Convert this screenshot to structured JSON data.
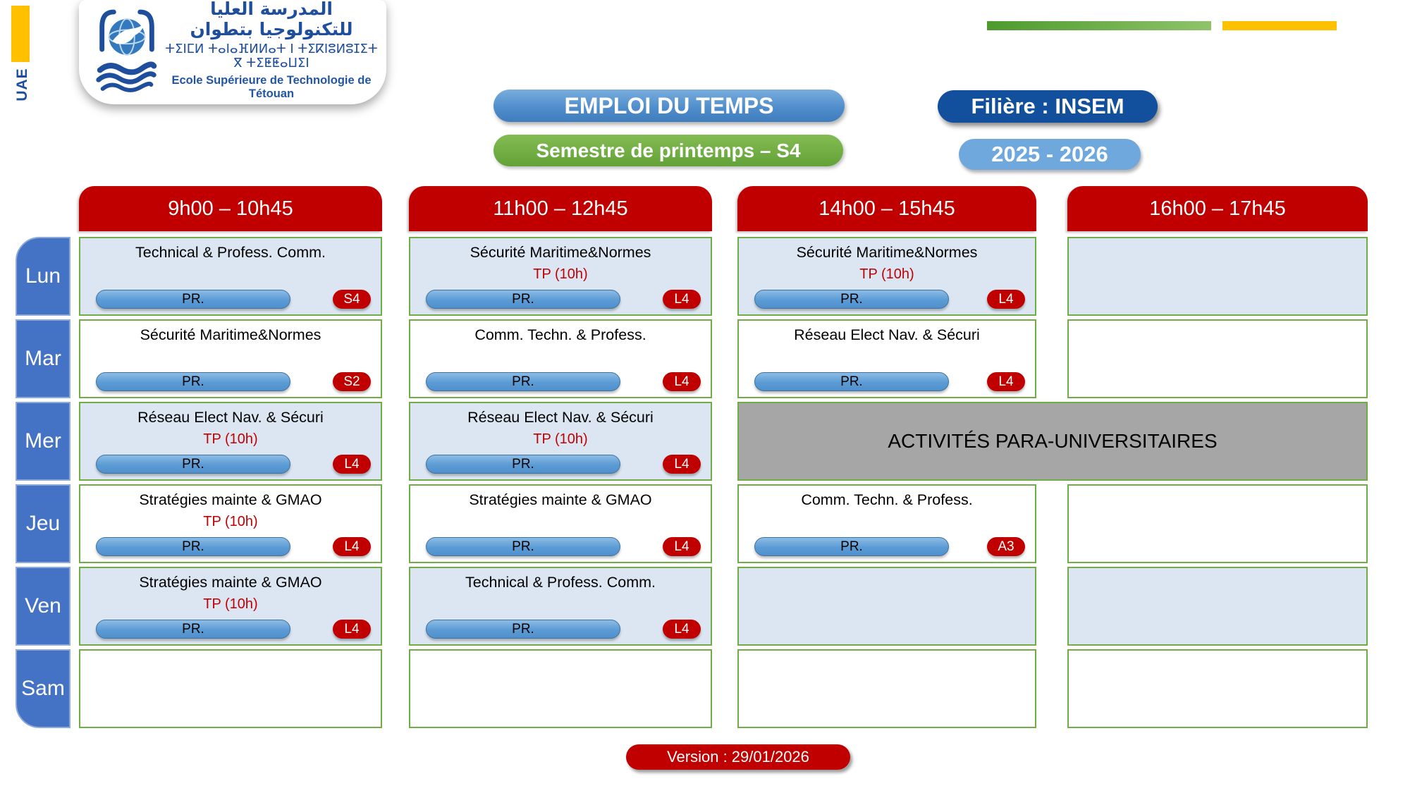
{
  "meta": {
    "uae_label": "UAE"
  },
  "logo": {
    "arabic": "المدرسة العليا للتكنولوجيا بتطوان",
    "tifinagh": "ⵜⵉⵏⵎⵍ ⵜⴰⵏⴰⴼⵍⵍⴰⵜ ⵏ ⵜⵉⴽⵏⵓⵍⵓⵊⵉⵜ ⴳ ⵜⵉⵟⵟⴰⵡⵉⵏ",
    "french": "Ecole Supérieure de Technologie de Tétouan"
  },
  "header": {
    "title": "EMPLOI DU TEMPS",
    "semester": "Semestre de printemps – S4",
    "filiere": "Filière : INSEM",
    "years": "2025 - 2026"
  },
  "timetable": {
    "time_slots": [
      "9h00 – 10h45",
      "11h00 – 12h45",
      "14h00 – 15h45",
      "16h00 – 17h45"
    ],
    "rows": [
      {
        "day": "Lun",
        "tint": true,
        "cells": [
          {
            "title": "Technical & Profess. Comm.",
            "note": "",
            "teacher": "PR.",
            "badge": "S4"
          },
          {
            "title": "Sécurité Maritime&Normes",
            "note": "TP (10h)",
            "teacher": "PR.",
            "badge": "L4"
          },
          {
            "title": "Sécurité Maritime&Normes",
            "note": "TP (10h)",
            "teacher": "PR.",
            "badge": "L4"
          },
          {
            "empty": true
          }
        ]
      },
      {
        "day": "Mar",
        "tint": false,
        "cells": [
          {
            "title": "Sécurité Maritime&Normes",
            "note": "",
            "teacher": "PR.",
            "badge": "S2"
          },
          {
            "title": "Comm. Techn. & Profess.",
            "note": "",
            "teacher": "PR.",
            "badge": "L4"
          },
          {
            "title": "Réseau Elect Nav. & Sécuri",
            "note": "",
            "teacher": "PR.",
            "badge": "L4"
          },
          {
            "empty": true
          }
        ]
      },
      {
        "day": "Mer",
        "tint": true,
        "cells": [
          {
            "title": "Réseau Elect Nav. & Sécuri",
            "note": "TP (10h)",
            "teacher": "PR.",
            "badge": "L4"
          },
          {
            "title": "Réseau Elect Nav. & Sécuri",
            "note": "TP (10h)",
            "teacher": "PR.",
            "badge": "L4"
          },
          {
            "merged": true,
            "title": "ACTIVITÉS PARA-UNIVERSITAIRES"
          }
        ]
      },
      {
        "day": "Jeu",
        "tint": false,
        "cells": [
          {
            "title": "Stratégies mainte & GMAO",
            "note": "TP (10h)",
            "teacher": "PR.",
            "badge": "L4"
          },
          {
            "title": "Stratégies mainte & GMAO",
            "note": "",
            "teacher": "PR.",
            "badge": "L4"
          },
          {
            "title": "Comm. Techn. & Profess.",
            "note": "",
            "teacher": "PR.",
            "badge": "A3"
          },
          {
            "empty": true
          }
        ]
      },
      {
        "day": "Ven",
        "tint": true,
        "cells": [
          {
            "title": "Stratégies mainte & GMAO",
            "note": "TP (10h)",
            "teacher": "PR.",
            "badge": "L4"
          },
          {
            "title": "Technical & Profess. Comm.",
            "note": "",
            "teacher": "PR.",
            "badge": "L4"
          },
          {
            "empty": true
          },
          {
            "empty": true
          }
        ]
      },
      {
        "day": "Sam",
        "tint": false,
        "cells": [
          {
            "empty": true
          },
          {
            "empty": true
          },
          {
            "empty": true
          },
          {
            "empty": true
          }
        ]
      }
    ]
  },
  "footer": {
    "version": "Version : 29/01/2026"
  },
  "colors": {
    "red": "#c00000",
    "day_blue": "#4472c4",
    "cell_border_green": "#70ad47",
    "cell_tint_blue": "#dce6f2",
    "pr_pill_blue": "#5b9bd5",
    "title_pill_blue": "#4d8bca",
    "semester_green": "#70ad47",
    "filiere_blue": "#124f9c",
    "years_blue": "#6fa8dc",
    "activities_gray": "#a6a6a6",
    "accent_gold": "#ffc000",
    "accent_green_bar": "#6fb24a"
  }
}
